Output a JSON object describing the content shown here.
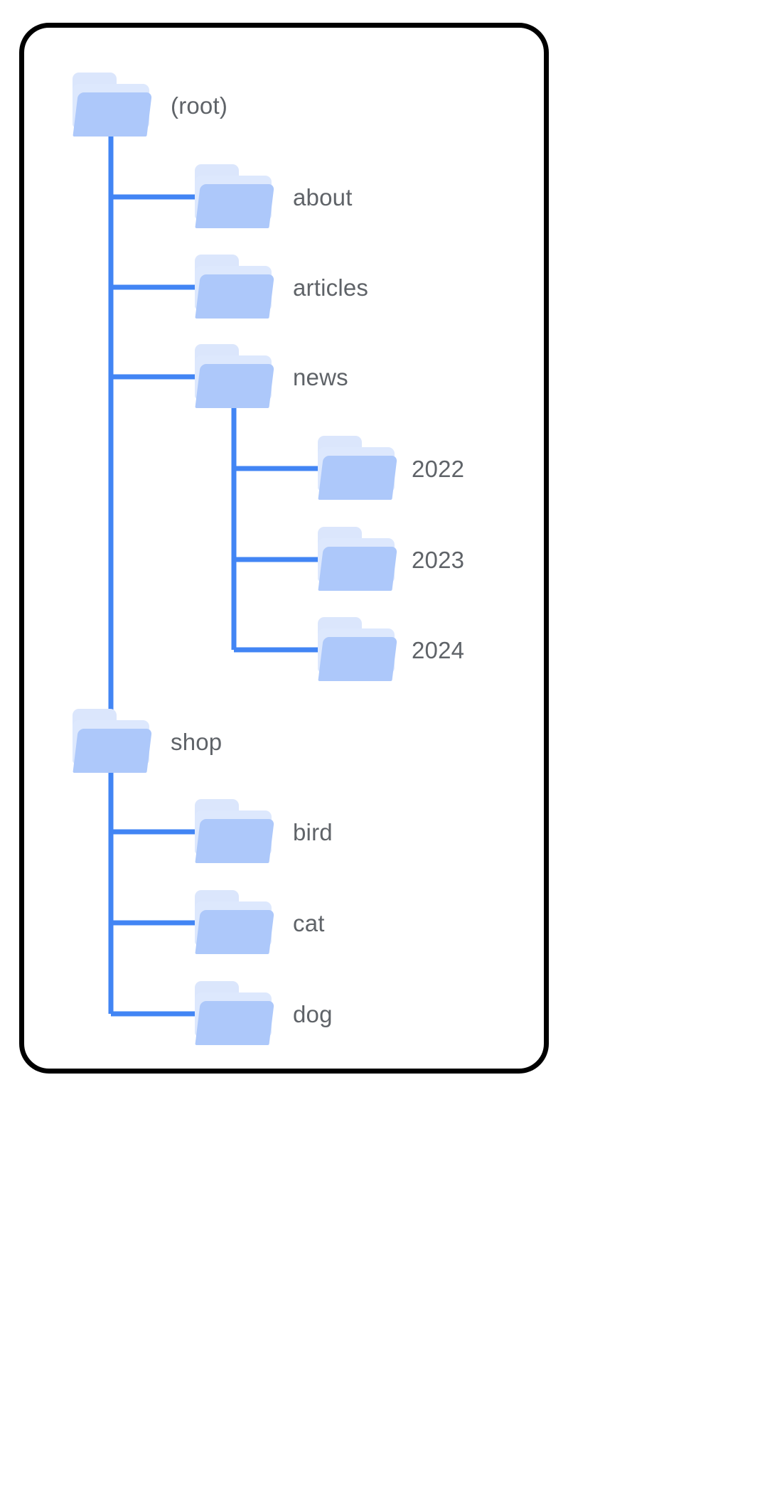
{
  "card": {
    "border_color": "#000000",
    "background": "#ffffff"
  },
  "theme": {
    "connector_color": "#4285f4",
    "folder_front": "#adc8fa",
    "folder_back": "#dbe6fc",
    "label_color": "#5f6368"
  },
  "tree": {
    "root": {
      "label": "(root)",
      "icon": "folder-icon"
    },
    "nodes": [
      {
        "label": "(root)",
        "icon": "folder-icon",
        "depth": 0
      },
      {
        "label": "about",
        "icon": "folder-icon",
        "depth": 1
      },
      {
        "label": "articles",
        "icon": "folder-icon",
        "depth": 1
      },
      {
        "label": "news",
        "icon": "folder-icon",
        "depth": 1
      },
      {
        "label": "2022",
        "icon": "folder-icon",
        "depth": 2
      },
      {
        "label": "2023",
        "icon": "folder-icon",
        "depth": 2
      },
      {
        "label": "2024",
        "icon": "folder-icon",
        "depth": 2
      },
      {
        "label": "shop",
        "icon": "folder-icon",
        "depth": 0
      },
      {
        "label": "bird",
        "icon": "folder-icon",
        "depth": 1
      },
      {
        "label": "cat",
        "icon": "folder-icon",
        "depth": 1
      },
      {
        "label": "dog",
        "icon": "folder-icon",
        "depth": 1
      }
    ]
  }
}
